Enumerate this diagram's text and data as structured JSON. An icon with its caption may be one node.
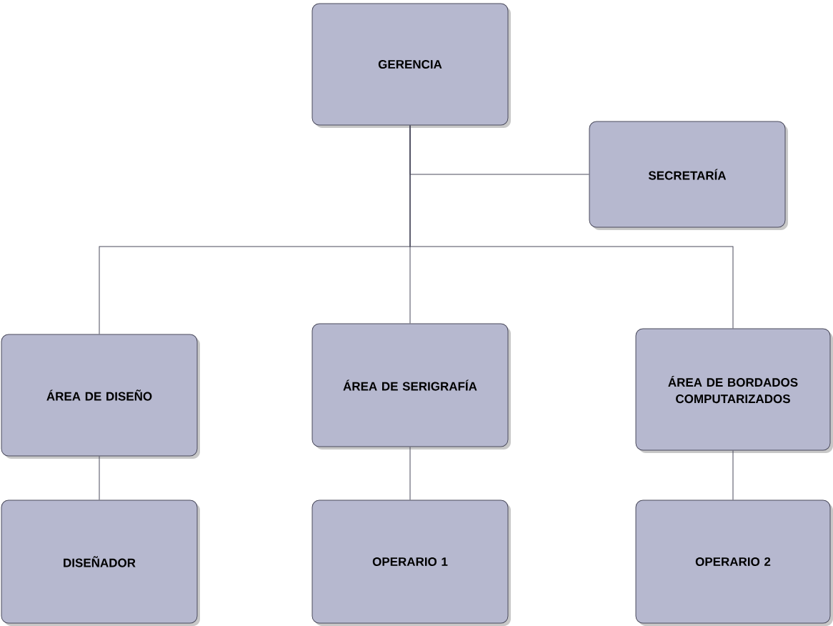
{
  "diagram": {
    "nodes": [
      {
        "text": [
          "GERENCIA"
        ]
      },
      {
        "text": [
          "SECRETARÍA"
        ]
      },
      {
        "text": [
          "ÁREA DE DISEÑO"
        ]
      },
      {
        "text": [
          "ÁREA DE SERIGRAFÍA"
        ]
      },
      {
        "text": [
          "ÁREA DE BORDADOS COMPUTARIZADOS"
        ]
      },
      {
        "text": [
          "DISEÑADOR"
        ]
      },
      {
        "text": [
          "OPERARIO 1"
        ]
      },
      {
        "text": [
          "OPERARIO 2"
        ]
      }
    ],
    "edges": [
      {
        "from": 0,
        "to": 1,
        "arrow": "none"
      },
      {
        "from": 0,
        "to": 2,
        "arrow": "none"
      },
      {
        "from": 0,
        "to": 3,
        "arrow": "none"
      },
      {
        "from": 0,
        "to": 4,
        "arrow": "none"
      },
      {
        "from": 2,
        "to": 5,
        "arrow": "none"
      },
      {
        "from": 3,
        "to": 6,
        "arrow": "none"
      },
      {
        "from": 4,
        "to": 7,
        "arrow": "none"
      }
    ]
  }
}
